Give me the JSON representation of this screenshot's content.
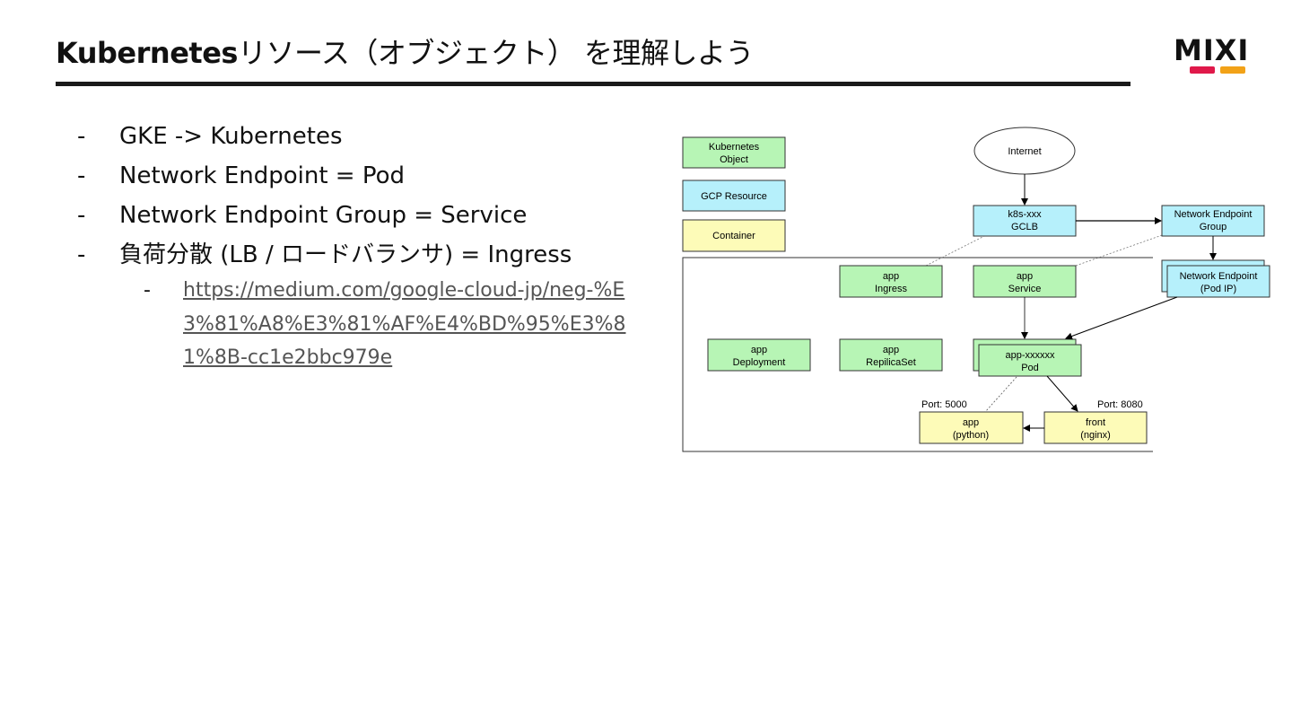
{
  "title": {
    "bold": "Kubernetes",
    "rest": "リソース（オブジェクト） を理解しよう"
  },
  "logo": {
    "text": "MIXI",
    "colors": [
      "#e0194a",
      "#f2a218"
    ]
  },
  "bullets": [
    "GKE -> Kubernetes",
    "Network Endpoint = Pod",
    "Network Endpoint Group = Service",
    "負荷分散 (LB / ロードバランサ) = Ingress"
  ],
  "sub_bullet": {
    "dash": "-",
    "link": "https://medium.com/google-cloud-jp/neg-%E3%81%A8%E3%81%AF%E4%BD%95%E3%81%8B-cc1e2bbc979e"
  },
  "bullet_dash": "-",
  "diagram": {
    "colors": {
      "kubernetes_object": "#b7f5b5",
      "gcp_resource": "#b6f0fb",
      "container": "#fdfbb8"
    },
    "legend": {
      "kubernetes_object": [
        "Kubernetes",
        "Object"
      ],
      "gcp_resource": "GCP Resource",
      "container": "Container"
    },
    "internet": "Internet",
    "gclb": [
      "k8s-xxx",
      "GCLB"
    ],
    "neg": [
      "Network Endpoint",
      "Group"
    ],
    "ingress": [
      "app",
      "Ingress"
    ],
    "service": [
      "app",
      "Service"
    ],
    "network_endpoint": [
      "Network Endpoint",
      "(Pod IP)"
    ],
    "deployment": [
      "app",
      "Deployment"
    ],
    "replicaset": [
      "app",
      "RepilicaSet"
    ],
    "pod": [
      "app-xxxxxx",
      "Pod"
    ],
    "port_left": "Port: 5000",
    "port_right": "Port: 8080",
    "app_container": [
      "app",
      "(python)"
    ],
    "front_container": [
      "front",
      "(nginx)"
    ]
  }
}
